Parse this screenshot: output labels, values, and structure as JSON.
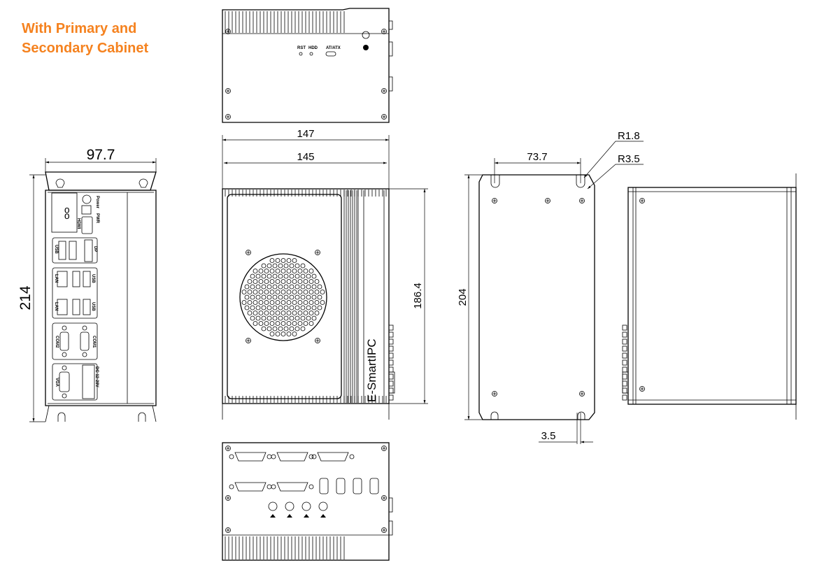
{
  "title": {
    "line1": "With Primary and",
    "line2": "Secondary Cabinet"
  },
  "dimensions": {
    "front_width": "97.7",
    "front_height": "214",
    "top_width_outer": "147",
    "top_width_inner": "145",
    "top_height": "186.4",
    "mount_hole_spacing": "73.7",
    "radius_small": "R1.8",
    "radius_large": "R3.5",
    "mount_height": "204",
    "flange_thickness": "3.5"
  },
  "top_panel_labels": {
    "rst": "RST",
    "hdd": "HDD",
    "power_mode": "AT/ATX"
  },
  "front_panel_labels": {
    "power": "Power",
    "pwr": "PWR",
    "hdmi": "HDMI",
    "usb": "USB",
    "dp": "DP",
    "lan": "LAN",
    "com2": "COM2",
    "com1": "COM1",
    "vga": "VGA",
    "dc_in": "DC 12-28V"
  },
  "brand": "E-SmartIPC",
  "colors": {
    "title": "#F5821F",
    "line": "#000000"
  }
}
